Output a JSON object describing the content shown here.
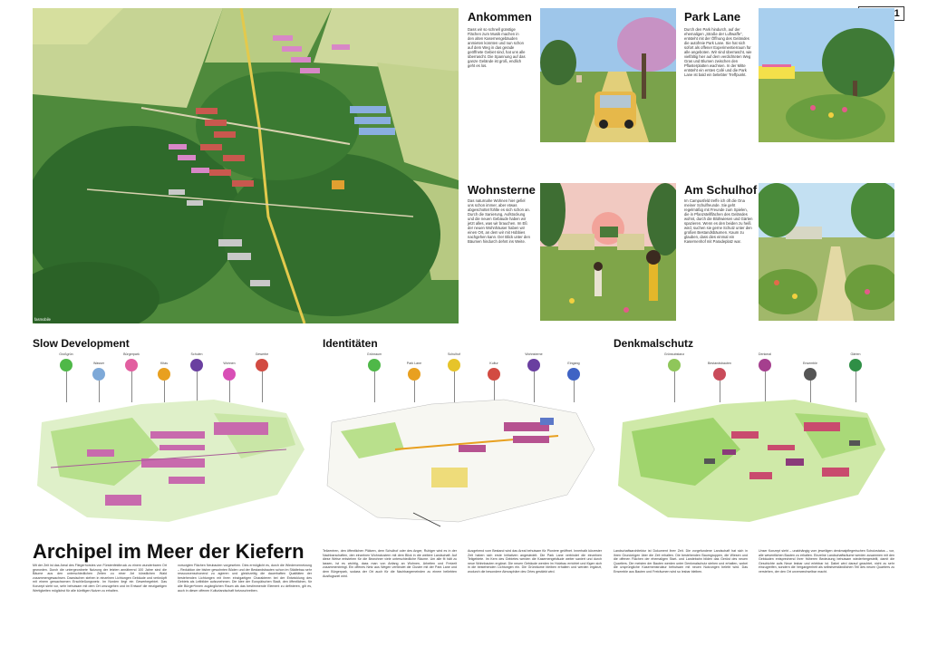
{
  "code": "213761",
  "aerial": {
    "caption": "fasmobile",
    "colors": {
      "field": "#bfd08a",
      "forest": "#3d7a33",
      "road": "#e2c94a",
      "pink": "#d77fc2",
      "red": "#c9584e",
      "blue": "#7aa2d6"
    }
  },
  "sections": {
    "ankommen": {
      "title": "Ankommen",
      "text": "Dass wir so schnell günstige Flächen zum Musik machen in den alten Kasernengebäuden anmieten konnten und nun schon auf dem Weg in das gerade geöffnete Gebiet sind, hat uns alle überrascht. Die Spannung auf das ganze Gelände ist groß, endlich geht es los."
    },
    "parklane": {
      "title": "Park Lane",
      "text": "Durch den Park hindurch, auf der ehemaligen „Straße der Luftwaffe“, entsteht mit der Öffnung des Geländes die autofreie Park Lane. Sie hat sich sofort als offener Experimentierraum für alle angeboten. Wir sind überrascht, wie vielfältig hier auf dem verdichteten Weg Gras und Blumen zwischen den Pflasterplatten wachsen. In der Mitte entsteht ein erstes Café und die Park Lane ist bald ein beliebter Treffpunkt."
    },
    "wohnsterne": {
      "title": "Wohnsterne",
      "text": "Das naturnahe Wohnen hier gefiel uns schon immer, aber etwas abgeschottet fühlte es sich schon an. Durch die Sanierung, Aufstockung und die neuen Gebäude haben wir jetzt alles, was wir brauchen. Im Eß der neuen Wohnhäuser haben wir einen Ort, an dem wir mit Hobbies nachgehen kann. Der Blick unter den Bäumen hindurch dehnt ins Weite."
    },
    "schulhof": {
      "title": "Am Schulhof",
      "text": "Im Campusfeld treffe ich oft die Ona meiner Schulfreunde. Sie geht regelmäßig mit Freunde zum Spielen, die in Pfanzstellflächen des Geländes wohnt, durch die Blühwiesen und Gärten spazieren. Wenn es den beiden zu heiß wird, suchen sie gerne Schutz unter den großen Bestandsbäumen. Kaum zu glauben, dass dies einmal ein Kasernenhof mit Paradeplatz war."
    }
  },
  "maps": {
    "slow": {
      "title": "Slow Development",
      "legend": [
        {
          "label": "Großgrün",
          "color": "#4fb848"
        },
        {
          "label": "Wasser",
          "color": "#7ea9d8"
        },
        {
          "label": "Bürgerpark",
          "color": "#e25fa0"
        },
        {
          "label": "Kitas",
          "color": "#e8a020"
        },
        {
          "label": "Schulen",
          "color": "#6a3fa0"
        },
        {
          "label": "Wohnen",
          "color": "#d84fb6"
        },
        {
          "label": "Gewerbe",
          "color": "#d24b42"
        }
      ]
    },
    "ident": {
      "title": "Identitäten",
      "legend": [
        {
          "label": "Grünraum",
          "color": "#4fb848"
        },
        {
          "label": "Park Lane",
          "color": "#e8a020"
        },
        {
          "label": "Schulhof",
          "color": "#e6c42a"
        },
        {
          "label": "Kultur",
          "color": "#d24b42"
        },
        {
          "label": "Wohnsterne",
          "color": "#6a3fa0"
        },
        {
          "label": "Eingang",
          "color": "#3f63c4"
        }
      ]
    },
    "denk": {
      "title": "Denkmalschutz",
      "legend": [
        {
          "label": "Grünsubstanz",
          "color": "#8fc65a"
        },
        {
          "label": "Bestandsbauten",
          "color": "#c94b5a"
        },
        {
          "label": "Denkmal",
          "color": "#a53f8e"
        },
        {
          "label": "Ensemble",
          "color": "#555555"
        },
        {
          "label": "Gärten",
          "color": "#2f8f46"
        }
      ]
    }
  },
  "headline": "Archipel im Meer der Kiefern",
  "body": [
    "Mit der Zeit ist das Areal des Fliegerhorstes von Fürstenfeldbruck zu einem wunderbaren Ort geworden. Durch die untergeordnete Nutzung der letzten annähernd 100 Jahre sind die Bäume aus den unterschiedlichen Zeiten zu einer Art künstlichen Wald zusammengewachsen. Dazwischen stehen in einzelnen Lichtungen Gebäude und verknüpft mit einem gewachsenen Erschließungsnetz. Im Norden liegt ein Gewerbegebiet. Das Konzept sieht vor, sehr behutsam mit dem Ort umzugehen und im Entwurf die einzigartigen Wertigkeiten möglichst für alle künftigen Nutzer zu erhalten.",
    "vorsorgten Flächen Neubauten vorgesehen. Dies ermöglicht es, durch die Wiedervernetzung – Reduktion der bisher gewohnten Böden und der Bestandsbauten schon im Städtebau sehr ressourcenschonend zu agieren und gleichzeitig die dauerhaften Qualitäten der bestehenden Lichtungen mit ihren einzigartigen Charakteren bei der Entwicklung des Gebiets als Leitbilder aufzunehmen. Die Idee der Europäischen Stadt, den öffentlichen, für alle Bürger*innen zugänglichen Raum als das bestimmende Element zu definieren, gilt es, auch in dieser offenen Kulturlandschaft fortzuschreiben.",
    "Teilzentren, den öffentlichen Plätzen, dem Schulhof oder des Anger, Ruhiger wird es in der Nachbarschaften, den einzelnen Wohnclustern mit dem Blick in die weitere Landschaft. Auf diese Weise entstehen für die Bewohner viele unterschiedliche Räume. Um alle fit hält zu lassen, ist es wichtig, dass man von Anfang an Wohnen, Arbeiten und Freizeit zusammenbringt. Ein offenes Netz aus Wegen verbindet die Cluster mit der Park Lane und dem Bürgerpark, sodass der Ort auch für die Nachbargemeinden zu einem beliebten Ausflugsziel wird.",
    "Ausgehend vom Bestand wird das Areal behutsam für Pioniere geöffnet. Innerhalb kürzester Zeit haben sich erste Initiativen angesiedelt. Die Park Lane verbindet die einzelnen Teilgebiete. Im Kern des Gebietes werden die Kasernengebäude weiter saniert und durch neue Wohnbauten ergänzt. Die neuen Gebäude werden im Holzbau errichtet und fügen sich in die bestehenden Lichtungen ein. Die Grünräume bleiben erhalten und werden ergänzt, wodurch die besondere Atmosphäre des Ortes gestärkt wird.",
    "Landschaftsarchitektur ist Dokument ihrer Zeit. Die vorgefundene Landschaft hat sich in ihren Grundzügen über die Zeit erhalten. Die bestehenden Baumgruppen, die Wiesen und die offenen Flächen der ehemaligen Start- und Landebahn bilden das Gerüst des neuen Quartiers. Die meisten der Bauten werden unter Denkmalschutz stehen und erhalten, wobei die ursprüngliche Kasernenstruktur behutsam mit neuen Nutzungen belebt wird. Das Ensemble aus Bauten und Freiräumen wird so lesbar bleiben.",
    "Unser Konzept sieht – unabhängig vom jeweiligen denkmalpflegerischen Schutzstatus – vor, alle wesentlichen Bauten zu erhalten. Einzelne Landschaftsräume werden zusammen mit den Gebäuden entsprechend ihrer früheren Bedeutung behutsam wiederhergestellt, damit die Geschichte aufs Neue lesbar und erlebbar ist. Dabei wird darauf geachtet, nicht zu sehr einzugreifen, sondern die Vergangenheit als selbstverständlichen Teil des neuen Quartiers zu verstehen, der den Ort unverwechselbar macht."
  ]
}
